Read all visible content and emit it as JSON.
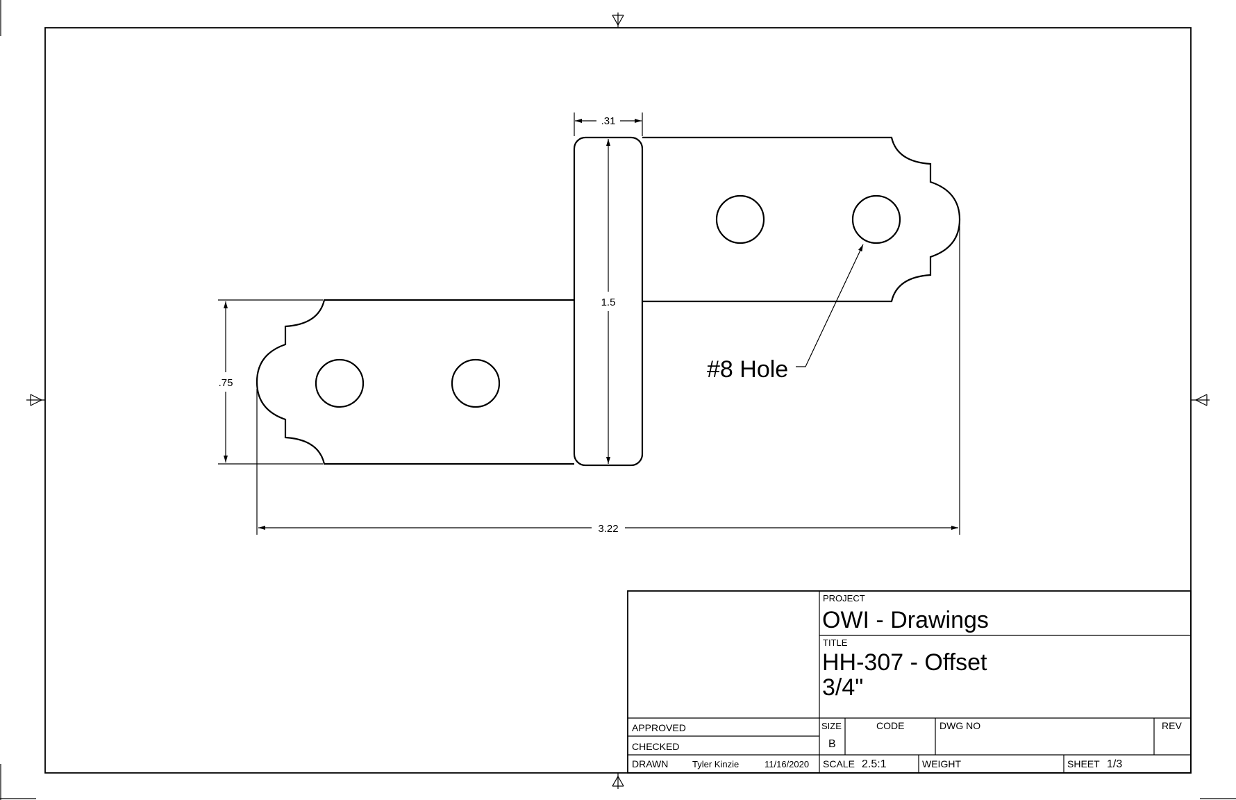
{
  "dimensions": {
    "pin_width": ".31",
    "pin_length": "1.5",
    "leaf_width": ".75",
    "overall_length": "3.22"
  },
  "callout": {
    "label": "#8 Hole"
  },
  "title_block": {
    "project_label": "PROJECT",
    "project": "OWI - Drawings",
    "title_label": "TITLE",
    "title_line1": "HH-307 - Offset",
    "title_line2": "3/4\"",
    "approved_label": "APPROVED",
    "checked_label": "CHECKED",
    "drawn_label": "DRAWN",
    "drawn_by": "Tyler Kinzie",
    "drawn_date": "11/16/2020",
    "size_label": "SIZE",
    "size": "B",
    "code_label": "CODE",
    "dwg_no_label": "DWG NO",
    "rev_label": "REV",
    "scale_label": "SCALE",
    "scale": "2.5:1",
    "weight_label": "WEIGHT",
    "sheet_label": "SHEET",
    "sheet": "1/3"
  }
}
